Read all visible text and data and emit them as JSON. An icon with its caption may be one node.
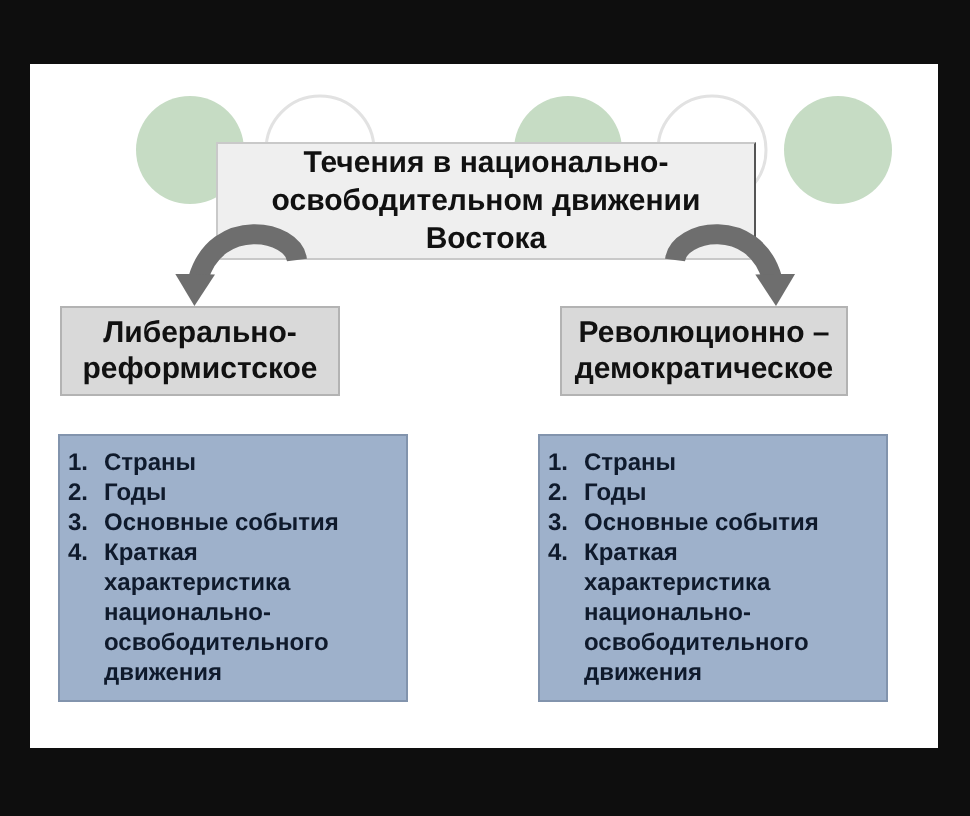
{
  "diagram": {
    "nodes": [
      {
        "text": [
          "Течения в национально-освободительном движении Востока"
        ]
      },
      {
        "text": [
          "Либерально-реформистское"
        ]
      },
      {
        "text": [
          "Революционно – демократическое"
        ]
      },
      {
        "text": [
          "1. Страны",
          "2. Годы",
          "3. Основные события",
          "4. Краткая характеристика национально-освободительного движения"
        ]
      },
      {
        "text": [
          "1. Страны",
          "2. Годы",
          "3. Основные события",
          "4. Краткая характеристика национально-освободительного движения"
        ]
      }
    ],
    "edges": [
      {
        "from": 0,
        "to": 1,
        "arrow": "to"
      },
      {
        "from": 0,
        "to": 2,
        "arrow": "to"
      }
    ]
  }
}
